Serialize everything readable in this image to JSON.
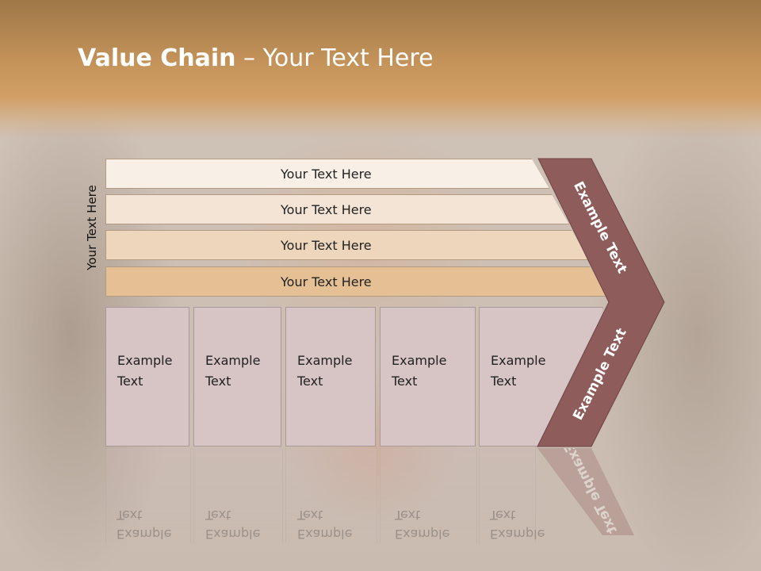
{
  "slide": {
    "title_bold": "Value Chain",
    "title_rest": " – Your Text Here",
    "side_label": "Your Text Here",
    "bars": [
      "Your Text Here",
      "Your Text Here",
      "Your Text Here",
      "Your Text Here"
    ],
    "boxes": [
      {
        "line1": "Example",
        "line2": "Text"
      },
      {
        "line1": "Example",
        "line2": "Text"
      },
      {
        "line1": "Example",
        "line2": "Text"
      },
      {
        "line1": "Example",
        "line2": "Text"
      },
      {
        "line1": "Example",
        "line2": "Text"
      }
    ],
    "chevron_top_text": "Example Text",
    "chevron_bottom_text": "Example Text",
    "reflection_text": "Example Text"
  },
  "colors": {
    "title_band": "#c4935a",
    "chevron": "#8f5c5c",
    "box_fill": "#d7c4c5",
    "bar_fills": [
      "#f8f0e7",
      "#f3e4d5",
      "#edd6bb",
      "#e6c095"
    ]
  }
}
